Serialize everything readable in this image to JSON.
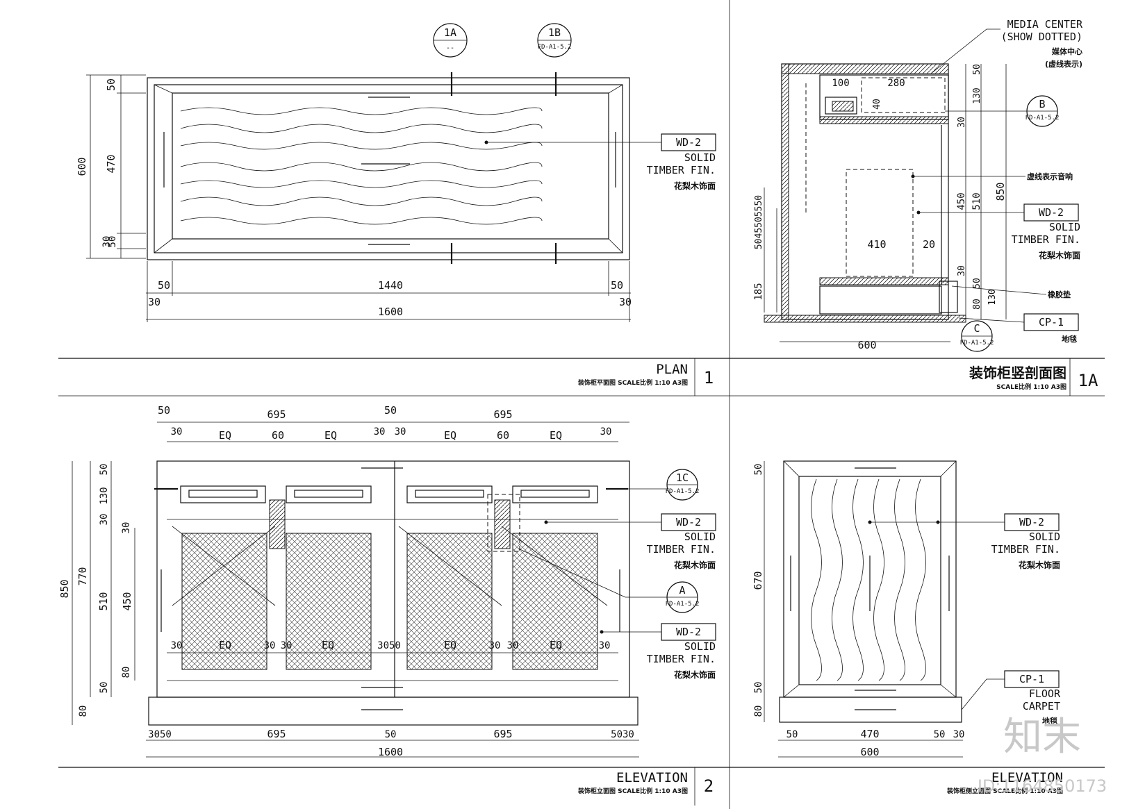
{
  "plan": {
    "bubbles": [
      {
        "label": "1A",
        "ref": "--"
      },
      {
        "label": "1B",
        "ref": "FD-A1-5.2"
      }
    ],
    "vert_dims": [
      "50",
      "470",
      "30",
      "50",
      "600"
    ],
    "horz_dims": [
      "50",
      "1440",
      "50",
      "30",
      "30",
      "1600"
    ],
    "tag": "WD-2",
    "mat_en_1": "SOLID",
    "mat_en_2": "TIMBER FIN.",
    "mat_cn": "花梨木饰面",
    "title": "PLAN",
    "subtitle": "装饰柜平面图 SCALE比例 1:10 A3图",
    "number": "1"
  },
  "section": {
    "media_1": "MEDIA CENTER",
    "media_2": "(SHOW DOTTED)",
    "media_cn_1": "媒体中心",
    "media_cn_2": "(虚线表示)",
    "bubble_b": {
      "label": "B",
      "ref": "FD-A1-5.2"
    },
    "bubble_c": {
      "label": "C",
      "ref": "FD-A1-5.2"
    },
    "speaker_note": "虚线表示音响",
    "tag_wd": "WD-2",
    "mat_en_1": "SOLID",
    "mat_en_2": "TIMBER FIN.",
    "mat_cn": "花梨木饰面",
    "rubber": "橡胶垫",
    "tag_cp": "CP-1",
    "carpet_cn": "地毯",
    "dims": {
      "d100": "100",
      "d280": "280",
      "d40": "40",
      "d410": "410",
      "d20": "20",
      "r50": "50",
      "r130": "130",
      "r30a": "30",
      "r450": "450",
      "r510": "510",
      "r30b": "30",
      "r50b": "50",
      "r80": "80",
      "r130b": "130",
      "r850": "850",
      "left_stack": "5045505550",
      "l185": "185",
      "w600": "600"
    },
    "title": "装饰柜竖剖面图",
    "subtitle": "SCALE比例 1:10 A3图",
    "number": "1A"
  },
  "elevation": {
    "top_dims": [
      "50",
      "695",
      "50",
      "695",
      "30",
      "30",
      "30",
      "30",
      "EQ",
      "60",
      "EQ",
      "EQ",
      "60",
      "EQ"
    ],
    "left_dims": [
      "50",
      "130",
      "30",
      "30",
      "770",
      "510",
      "450",
      "850",
      "80",
      "50",
      "80"
    ],
    "mid_dims": [
      "30",
      "EQ",
      "30",
      "30",
      "EQ",
      "3050",
      "EQ",
      "30",
      "30",
      "EQ",
      "30"
    ],
    "bottom_dims": [
      "3050",
      "695",
      "50",
      "695",
      "5030",
      "1600"
    ],
    "bubble_1c": {
      "label": "1C",
      "ref": "FD-A1-5.2"
    },
    "bubble_a": {
      "label": "A",
      "ref": "FD-A1-5.2"
    },
    "tag": "WD-2",
    "mat_en_1": "SOLID",
    "mat_en_2": "TIMBER FIN.",
    "mat_cn": "花梨木饰面",
    "title": "ELEVATION",
    "subtitle": "装饰柜立面图 SCALE比例 1:10 A3图",
    "number": "2"
  },
  "side": {
    "left_dims": [
      "50",
      "670",
      "50",
      "80"
    ],
    "bottom_dims": [
      "50",
      "470",
      "50",
      "30",
      "600"
    ],
    "tag_wd": "WD-2",
    "mat_en_1": "SOLID",
    "mat_en_2": "TIMBER FIN.",
    "mat_cn": "花梨木饰面",
    "tag_cp": "CP-1",
    "floor_1": "FLOOR",
    "floor_2": "CARPET",
    "carpet_cn": "地毯",
    "title": "ELEVATION",
    "subtitle": "装饰柜侧立面图 SCALE比例 1:10 A3图"
  },
  "watermark": {
    "logo": "知末",
    "id": "ID:1164850173"
  }
}
